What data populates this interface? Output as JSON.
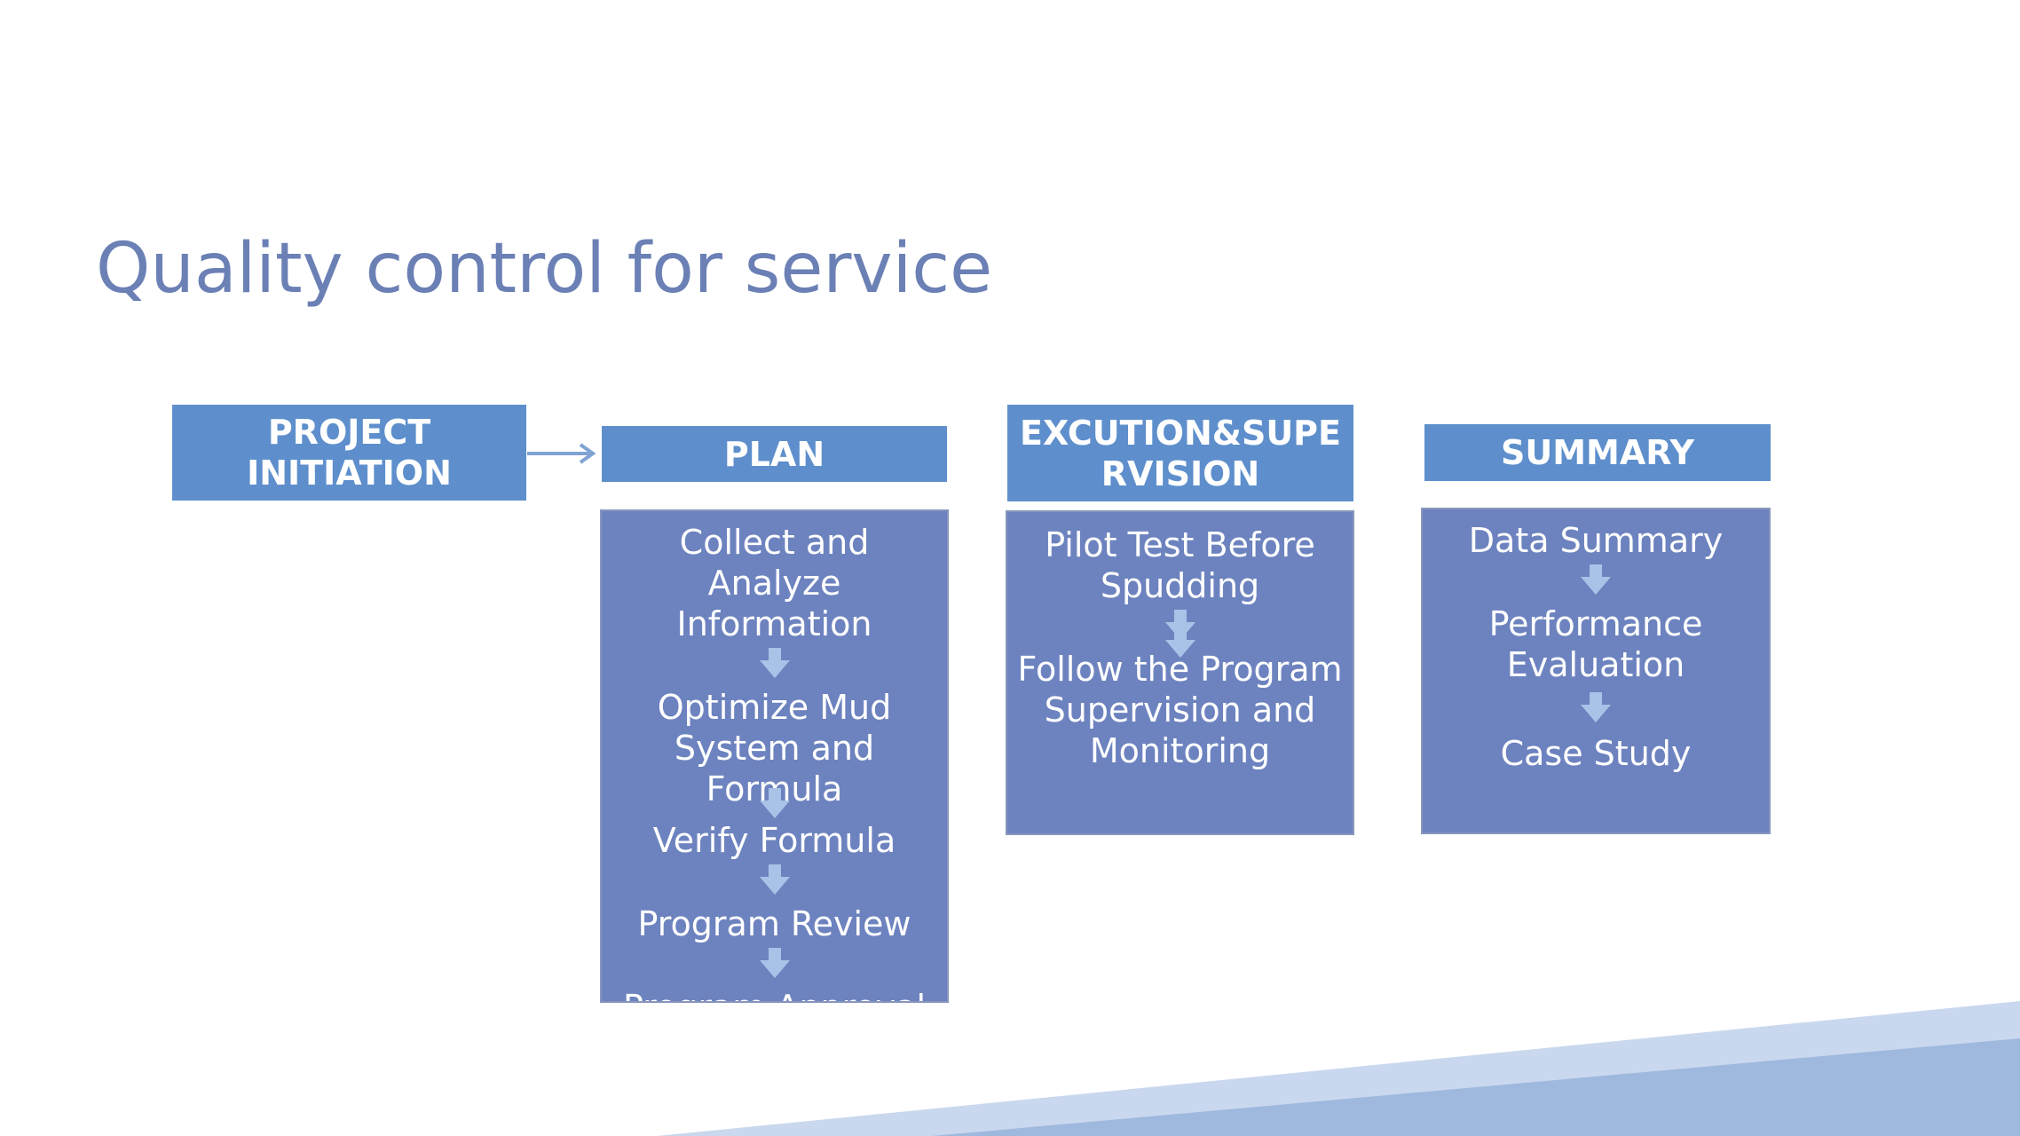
{
  "title": "Quality control for service",
  "columns": [
    {
      "header": "PROJECT INITIATION",
      "steps": []
    },
    {
      "header": "PLAN",
      "steps": [
        "Collect and Analyze Information",
        "Optimize Mud System and Formula",
        "Verify Formula",
        "Program Review",
        "Program Approval"
      ]
    },
    {
      "header": "EXCUTION&SUPERVISION",
      "steps": [
        "Pilot Test Before Spudding",
        "Follow the Program",
        "Supervision and Monitoring"
      ]
    },
    {
      "header": "SUMMARY",
      "steps": [
        "Data Summary",
        "Performance Evaluation",
        "Case Study"
      ]
    }
  ],
  "colors": {
    "title": "#6b80b5",
    "header_fill": "#5e8fcc",
    "box_fill": "#6d83bf",
    "arrow": "#a9c3e8",
    "connector": "#7fa3d3",
    "decor_light": "#c9d8ee",
    "decor_dark": "#9fb8de"
  }
}
